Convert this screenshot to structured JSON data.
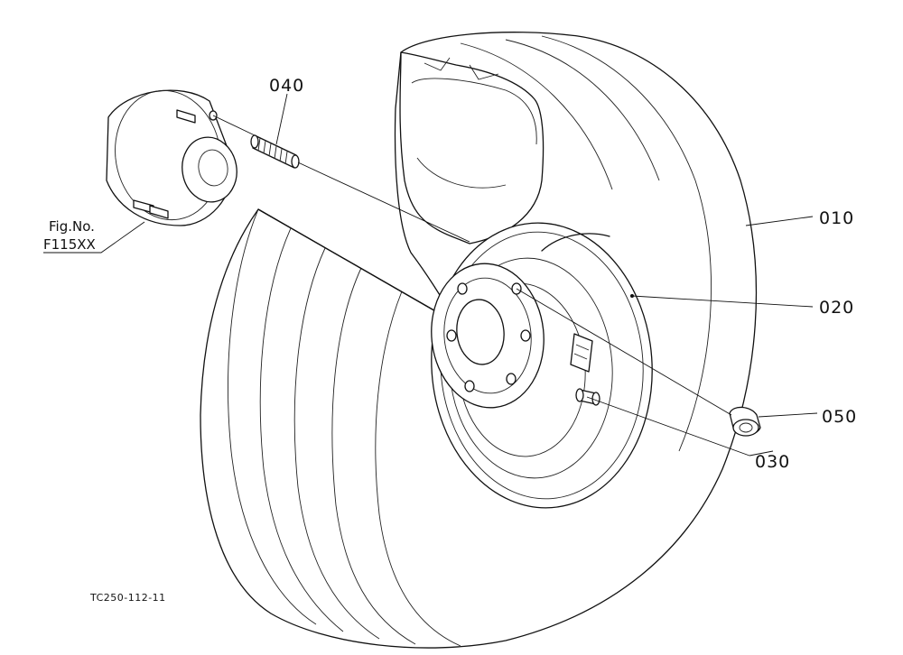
{
  "diagram": {
    "parts": [
      {
        "id": "010",
        "label": "010",
        "name": "tire"
      },
      {
        "id": "020",
        "label": "020",
        "name": "wheel-rim"
      },
      {
        "id": "030",
        "label": "030",
        "name": "valve"
      },
      {
        "id": "040",
        "label": "040",
        "name": "stud-bolt"
      },
      {
        "id": "050",
        "label": "050",
        "name": "wheel-nut"
      }
    ],
    "figure_reference": {
      "line1": "Fig.No.",
      "line2": "F115XX"
    },
    "drawing_number": "TC250-112-11"
  }
}
